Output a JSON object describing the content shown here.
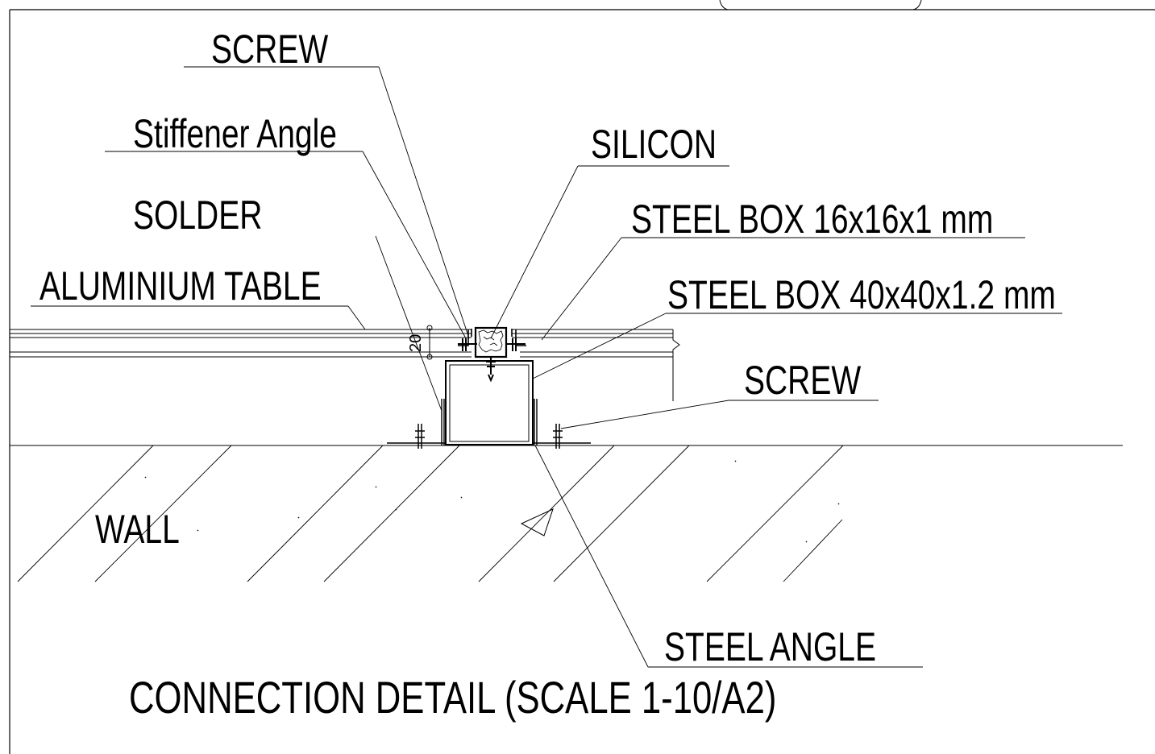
{
  "colors": {
    "ink": "#000000",
    "paper": "#ffffff"
  },
  "labels": {
    "screw_top": "SCREW",
    "stiffener_angle": "Stiffener Angle",
    "silicon": "SILICON",
    "solder": "SOLDER",
    "steel_box_small": "STEEL BOX 16x16x1 mm",
    "aluminium_table": "ALUMINIUM TABLE",
    "steel_box_large": "STEEL BOX 40x40x1.2 mm",
    "screw_bottom": "SCREW",
    "wall": "WALL",
    "steel_angle": "STEEL ANGLE"
  },
  "dimension": {
    "value": "20"
  },
  "title": "CONNECTION DETAIL (SCALE 1-10/A2)"
}
